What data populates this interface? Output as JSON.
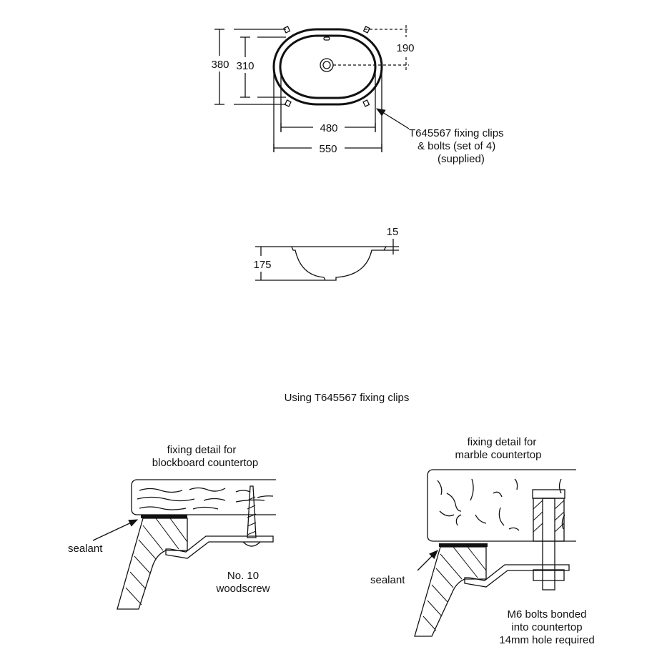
{
  "top_view": {
    "dim_overall_depth": "380",
    "dim_inner_depth": "310",
    "dim_waste_offset": "190",
    "dim_inner_width": "480",
    "dim_overall_width": "550",
    "clip_note": [
      "T645567 fixing clips",
      "& bolts (set of 4)",
      "(supplied)"
    ]
  },
  "side_view": {
    "dim_height": "175",
    "dim_rim": "15"
  },
  "caption": "Using T645567 fixing clips",
  "blockboard_detail": {
    "title": [
      "fixing detail for",
      "blockboard countertop"
    ],
    "sealant_label": "sealant",
    "screw_label": [
      "No. 10",
      "woodscrew"
    ]
  },
  "marble_detail": {
    "title": [
      "fixing detail for",
      "marble countertop"
    ],
    "sealant_label": "sealant",
    "bolt_label": [
      "M6 bolts bonded",
      "into countertop",
      "14mm hole required"
    ]
  }
}
